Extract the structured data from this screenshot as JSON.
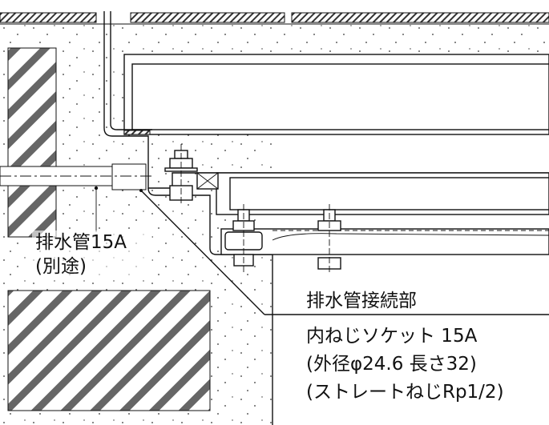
{
  "labels": {
    "drain_pipe": "排水管15A",
    "drain_pipe_note": "(別途)",
    "connection_title": "排水管接続部",
    "socket": "内ねじソケット 15A",
    "socket_dims": "(外径φ24.6 長さ32)",
    "socket_thread": "(ストレートねじRp1/2)"
  }
}
